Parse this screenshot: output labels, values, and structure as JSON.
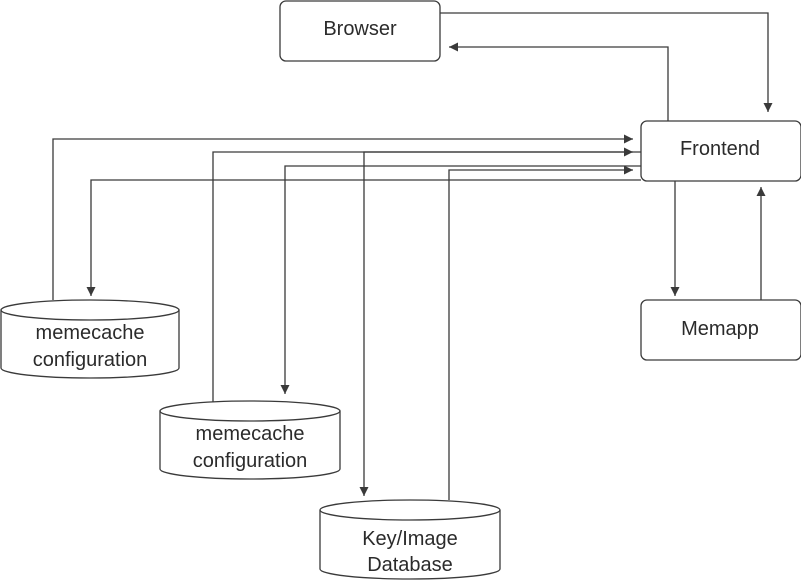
{
  "nodes": {
    "browser": {
      "label": "Browser"
    },
    "frontend": {
      "label": "Frontend"
    },
    "memapp": {
      "label": "Memapp"
    },
    "memcache_config_1": {
      "lines": [
        "memecache",
        "configuration"
      ]
    },
    "memcache_config_2": {
      "lines": [
        "memecache",
        "configuration"
      ]
    },
    "key_image_db": {
      "lines": [
        "Key/Image",
        "Database"
      ]
    }
  },
  "colors": {
    "stroke": "#3a3a3a",
    "text": "#2b2b2b",
    "background": "#ffffff"
  }
}
